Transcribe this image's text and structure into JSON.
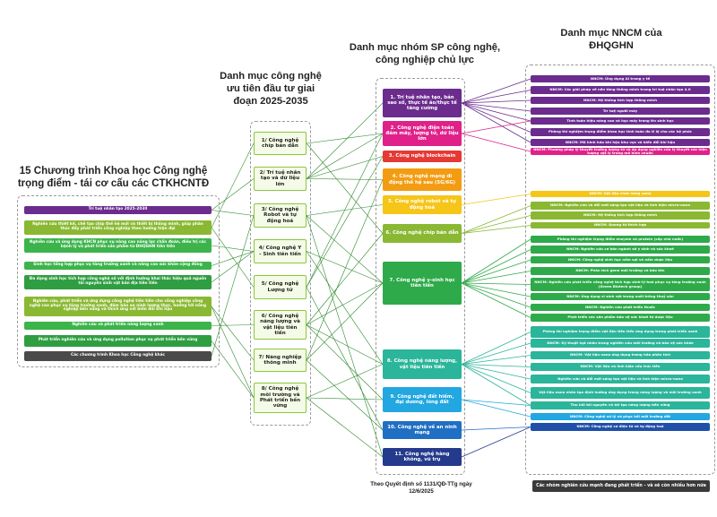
{
  "titles": {
    "programs": "15 Chương trình Khoa học Công nghệ trọng điểm - tái cơ cấu các CTKHCNTĐ",
    "tech": "Danh mục công nghệ ưu tiên đầu tư giai đoạn 2025-2035",
    "groups": "Danh mục nhóm SP công nghệ, công nghiệp chủ lực",
    "nncm": "Danh mục NNCM của ĐHQGHN"
  },
  "programs": [
    {
      "label": "Trí tuệ nhân tạo 2025-2030",
      "color": "#6b2c8e"
    },
    {
      "label": "Nghiên cứu thiết kế, chế tạo chip thế hệ mới và thiết bị thông minh, giúp phân thúc đẩy phát triển công nghiệp theo hướng hiện đại",
      "color": "#8ab832"
    },
    {
      "label": "Nghiên cứu và ứng dụng KHCN phục vụ nâng cao năng lực chẩn đoán, điều trị các bệnh lý và phát triển sản phẩm từ ĐHQGHN tiên tiến",
      "color": "#3cb44b"
    },
    {
      "label": "Sinh học tổng hợp phục vụ tăng trưởng xanh và nâng cao sức khỏe cộng đồng",
      "color": "#3cb44b"
    },
    {
      "label": "Đa dạng sinh học tích hợp công nghệ số với định hướng khai thác hiệu quả nguồn tài nguyên sinh vật bản địa tiên tiến",
      "color": "#2e9e41"
    },
    {
      "label": "Nghiên cứu, phát triển và ứng dụng công nghệ tiên tiến cho công nghiệp công nghệ cao phục vụ tăng trưởng xanh, đảm bảo an ninh lương thực, hướng tới nông nghiệp bền vững và thích ứng với biến đổi khí hậu",
      "color": "#8ab832"
    },
    {
      "label": "Nghiên cứu và phát triển năng lượng xanh",
      "color": "#3cb44b"
    },
    {
      "label": "Phát triển nghiên cứu và ứng dụng pollution phục vụ phát triển bền vững",
      "color": "#2e9e41"
    },
    {
      "label": "Các chương trình Khoa học Công nghệ khác",
      "color": "#4a4a4a"
    }
  ],
  "tech": [
    "1/ Công nghệ chíp bán dẫn",
    "2/ Trí tuệ nhân tạo và dữ liệu lớn",
    "3/ Công nghệ Robot và tự động hoá",
    "4/ Công nghệ Y - Sinh tiên tiến",
    "5/ Công nghệ Lượng tử",
    "6/ Công nghệ năng lượng và vật liệu tiên tiến",
    "7/ Năng nghiệp thông minh",
    "8/ Công nghệ môi trường và Phát triển bền vững"
  ],
  "groups": [
    {
      "label": "1. Trí tuệ nhân tạo, bản sao số, thực tế ảo/thực tế tăng cường",
      "color": "#6b2c8e"
    },
    {
      "label": "2. Công nghệ điện toán đám mây, lượng tử, dữ liệu lớn",
      "color": "#e0218a"
    },
    {
      "label": "3. Công nghệ blockchain",
      "color": "#e53935"
    },
    {
      "label": "4. Công nghệ mạng di động thế hệ sau (5G/6G)",
      "color": "#f39c12"
    },
    {
      "label": "5. Công nghệ robot và tự động hoá",
      "color": "#f5c518"
    },
    {
      "label": "6. Công nghệ chíp bán dẫn",
      "color": "#8ab832"
    },
    {
      "label": "7. Công nghệ y-sinh học tiên tiến",
      "color": "#2eaa4a"
    },
    {
      "label": "8. Công nghệ năng lượng, vật liệu tiên tiến",
      "color": "#2bb59a"
    },
    {
      "label": "9. Công nghệ đất hiếm, đại dương, lòng đất",
      "color": "#22a7e0"
    },
    {
      "label": "10. Công nghệ về an ninh mạng",
      "color": "#1f6fc4"
    },
    {
      "label": "11. Công nghệ hàng không, vũ trụ",
      "color": "#243a8c"
    }
  ],
  "nncm": [
    {
      "label": "NNCM: Ứng dụng AI trong y tế",
      "color": "#6b2c8e"
    },
    {
      "label": "NNCM: Các giải pháp về nền tảng thông minh trong trí tuệ nhân tạo 4.0",
      "color": "#6b2c8e"
    },
    {
      "label": "NNCM: Hệ thống tích hợp thông minh",
      "color": "#6b2c8e"
    },
    {
      "label": "Trí tuệ người máy",
      "color": "#6b2c8e"
    },
    {
      "label": "Tính toán hiệu năng cao và học máy trong tin sinh học",
      "color": "#6b2c8e"
    },
    {
      "label": "Phòng thí nghiệm trọng điểm khoa học tính toán đa tỉ lệ cho các hệ phức",
      "color": "#6b2c8e"
    },
    {
      "label": "NNCM: Mô hình hóa khí hậu khu vực và biến đổi khí hậu",
      "color": "#6b2c8e"
    },
    {
      "label": "NNCM: Phương pháp lý thuyết trường lượng tử và áp dụng nghiên cứu lý thuyết các hiện tượng vật lý trong mô hình chuẩn",
      "color": "#e0218a"
    },
    {
      "label": "NNCM: Vật liệu chức năng nano",
      "color": "#f5c518"
    },
    {
      "label": "NNCM: Nghiên cứu và đổi mới sáng tạo vật liệu và linh kiện micro-nano",
      "color": "#8ab832"
    },
    {
      "label": "NNCM: Hệ thống tích hợp thông minh",
      "color": "#8ab832"
    },
    {
      "label": "NNCM: Quang tử thích hợp",
      "color": "#8ab832"
    },
    {
      "label": "Phòng thí nghiệm trọng điểm enzyme và protein (cấp nhà nước)",
      "color": "#2eaa4a"
    },
    {
      "label": "NNCM: Nghiên cứu cơ bản ngành sở y sinh và sức khoẻ",
      "color": "#2eaa4a"
    },
    {
      "label": "NNCM: Công nghệ sinh học nấm sợi và nấm dược liệu",
      "color": "#2eaa4a"
    },
    {
      "label": "NNCM: Phân tích gene môi trường và bảo tồn",
      "color": "#2eaa4a"
    },
    {
      "label": "NNCM: Nghiên cứu phát triển công nghệ tích hợp sinh-lý-hoá phục vụ tăng trưởng xanh (Green Biotech group)",
      "color": "#2eaa4a"
    },
    {
      "label": "NNCM: Ứng dụng vi sinh vật trong nuôi trồng thuỷ sản",
      "color": "#2eaa4a"
    },
    {
      "label": "NNCM: Nghiên cứu phát triển thuốc",
      "color": "#2eaa4a"
    },
    {
      "label": "Phát triển các sản phẩm bảo vệ sức khoẻ từ dược liệu",
      "color": "#2eaa4a"
    },
    {
      "label": "Phòng thí nghiệm trọng điểm vật liệu tiên tiến ứng dụng trong phát triển xanh",
      "color": "#2bb59a"
    },
    {
      "label": "NNCM: Kỹ thuật hạt nhân trong nghiên cứu môi trường và bảo vệ sức khỏe",
      "color": "#2bb59a"
    },
    {
      "label": "NNCM: Vật liệu nano ứng dụng trong hóa phân tích",
      "color": "#2bb59a"
    },
    {
      "label": "NNCM: Vật liệu và linh kiện cấu trúc tiên",
      "color": "#2bb59a"
    },
    {
      "label": "Nghiên cứu và đổi mới sáng tạo vật liệu và linh kiện micro-nano",
      "color": "#2bb59a"
    },
    {
      "label": "Vật liệu nano nhân tạo định hướng ứng dụng trong năng lượng và môi trường xanh",
      "color": "#2bb59a"
    },
    {
      "label": "Thu hồi tài nguyên và tái tạo năng lượng bền vững",
      "color": "#2bb59a"
    },
    {
      "label": "NNCM: Công nghệ xử lý và phục hồi môi trường đất",
      "color": "#22a7e0"
    },
    {
      "label": "NNCM: Công nghệ cơ điện tử và tự động hoá",
      "color": "#1f4fa8"
    }
  ],
  "footers": {
    "groups": "Theo Quyết định số 1131/QĐ-TTg ngày 12/6/2025",
    "nncm": "Các nhóm nghiên cứu mạnh đang phát triển - và sẽ còn nhiều hơn nữa"
  },
  "footer_color": "#3a3a3a",
  "line_color": "#2d8a2d"
}
